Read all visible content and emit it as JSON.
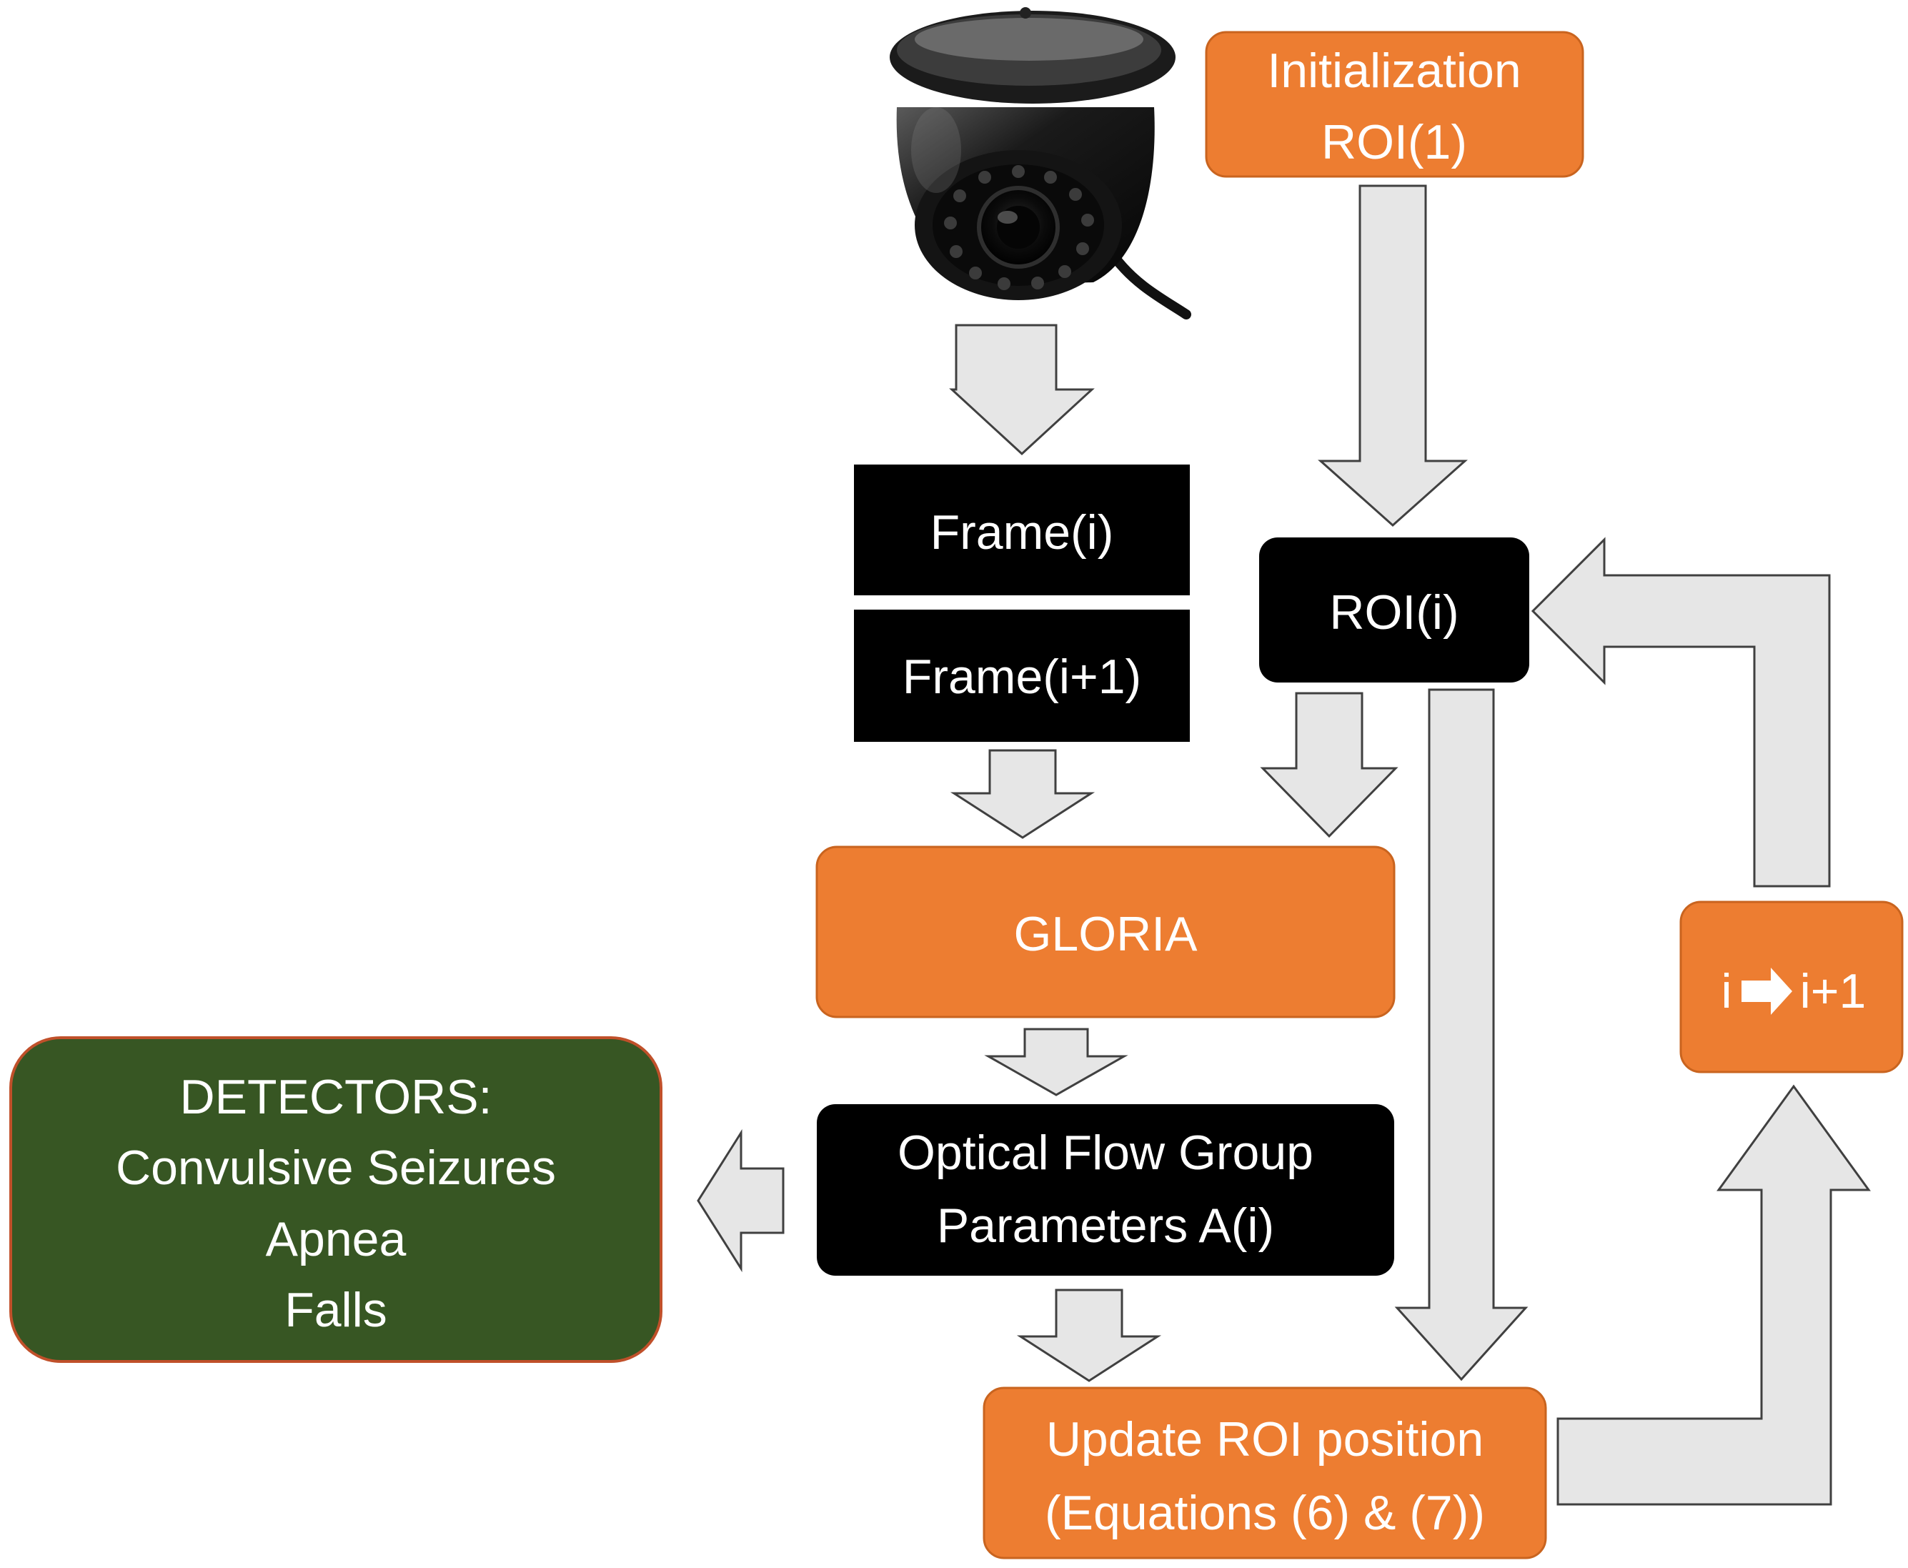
{
  "colors": {
    "orange": "#ED7D31",
    "black": "#000000",
    "green": "#375623",
    "arrow_fill": "#E6E6E6",
    "arrow_stroke": "#404040",
    "text": "#ffffff"
  },
  "nodes": {
    "initialization": {
      "line1": "Initialization",
      "line2": "ROI(1)"
    },
    "frame_i": {
      "label": "Frame(i)"
    },
    "frame_i1": {
      "label": "Frame(i+1)"
    },
    "roi_i": {
      "label": "ROI(i)"
    },
    "gloria": {
      "label": "GLORIA"
    },
    "optical_flow": {
      "line1": "Optical Flow Group",
      "line2": "Parameters A(i)"
    },
    "update_roi": {
      "line1": "Update ROI position",
      "line2": "(Equations (6) & (7))"
    },
    "increment": {
      "left": "i",
      "right": "i+1"
    },
    "detectors": {
      "title": "DETECTORS:",
      "items": [
        "Convulsive Seizures",
        "Apnea",
        "Falls"
      ]
    }
  },
  "icons": {
    "camera": "dome-security-camera-icon",
    "increment_arrow": "right-arrow-icon"
  }
}
